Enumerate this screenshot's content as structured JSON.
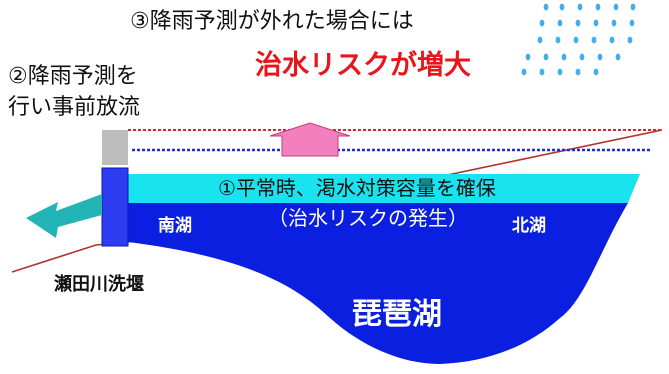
{
  "labels": {
    "title_step3": "③降雨予測が外れた場合には",
    "risk_increase": "治水リスクが増大",
    "step2_line1": "②降雨予測を",
    "step2_line2": "行い事前放流",
    "step1_normal": "①平常時、渇水対策容量を確保",
    "risk_occurrence": "（治水リスクの発生）",
    "south_lake": "南湖",
    "north_lake": "北湖",
    "weir_name": "瀬田川洗堰",
    "lake_name": "琵琶湖"
  },
  "colors": {
    "lake_blue": "#0a1fe0",
    "reserve_cyan": "#19e3ee",
    "upper_pool_line": "#d8262a",
    "raised_level_line": "#1f2bd8",
    "rise_arrow": "#f47fbf",
    "outflow_arrow": "#23b5b5",
    "gate_gray": "#bdbdbd",
    "rain_drops": "#3fb0e8",
    "risk_text": "#e8151b"
  },
  "icons": {
    "rain": "rain-drops-icon",
    "rise": "up-arrow-icon",
    "outflow": "left-arrow-icon"
  }
}
